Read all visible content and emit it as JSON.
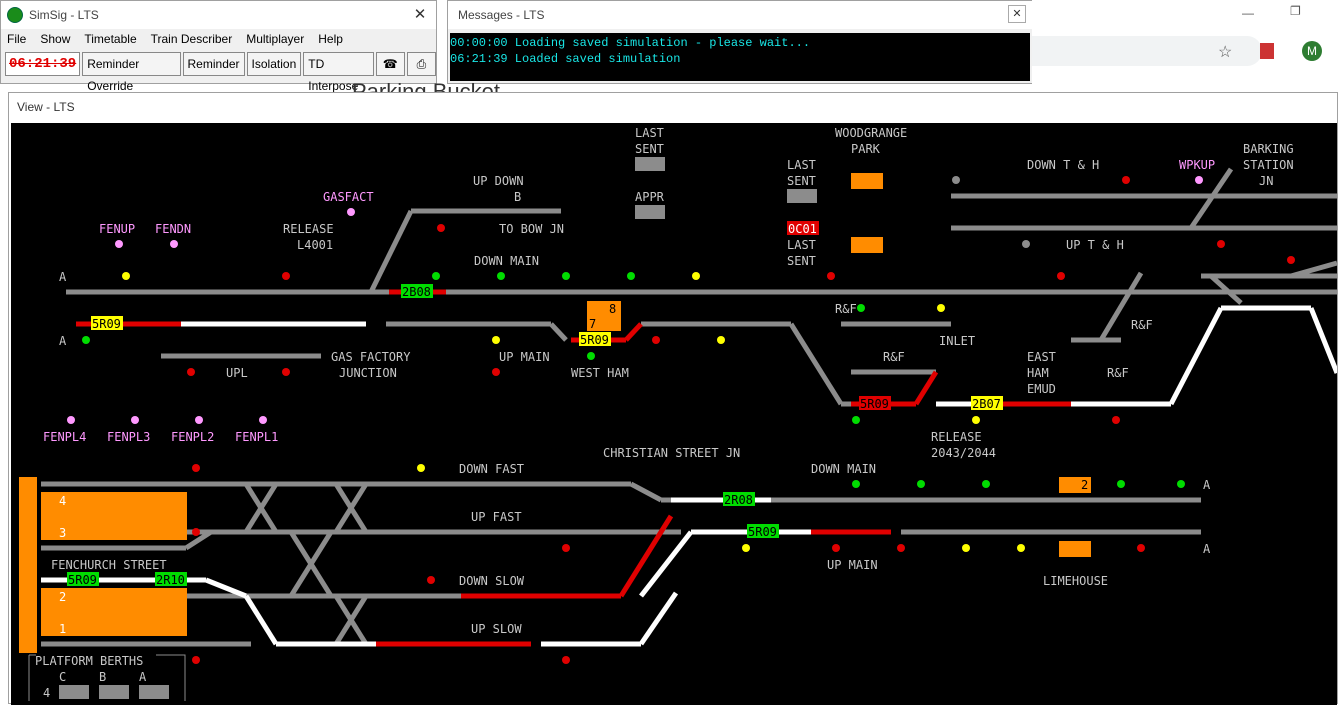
{
  "simsig": {
    "title": "SimSig - LTS",
    "menu": [
      "File",
      "Show",
      "Timetable",
      "Train Describer",
      "Multiplayer",
      "Help"
    ],
    "clock": "06:21:39",
    "buttons": [
      "Reminder Override",
      "Reminder",
      "Isolation",
      "TD Interpose"
    ]
  },
  "messages": {
    "title": "Messages - LTS",
    "lines": [
      "00:00:00 Loading saved simulation - please wait...",
      "06:21:39 Loaded saved simulation"
    ]
  },
  "browser": {
    "profile_initial": "M",
    "behind_text": "Parking Bucket"
  },
  "view": {
    "title": "View - LTS",
    "labels": {
      "last_sent_top": [
        "LAST",
        "SENT"
      ],
      "appr": "APPR",
      "up_down": "UP DOWN",
      "b": "B",
      "to_bow_jn": "TO BOW JN",
      "down_main": "DOWN MAIN",
      "gasfact": "GASFACT",
      "fenup": "FENUP",
      "fendn": "FENDN",
      "release": "RELEASE",
      "release_id": "L4001",
      "woodgrange": [
        "WOODGRANGE",
        "PARK"
      ],
      "down_t_h": "DOWN T & H",
      "up_t_h": "UP T & H",
      "wpkup": "WPKUP",
      "barking": [
        "BARKING",
        "STATION",
        "JN"
      ],
      "up_main": "UP MAIN",
      "west_ham": "WEST HAM",
      "upl": "UPL",
      "gas_factory": [
        "GAS FACTORY",
        "JUNCTION"
      ],
      "inlet": "INLET",
      "east_ham": [
        "EAST",
        "HAM",
        "EMUD"
      ],
      "rf": "R&F",
      "a": "A",
      "release2": "RELEASE",
      "release2_id": "2043/2044",
      "fenpl": [
        "FENPL4",
        "FENPL3",
        "FENPL2",
        "FENPL1"
      ],
      "christian_street": "CHRISTIAN STREET JN",
      "down_fast": "DOWN FAST",
      "up_fast": "UP FAST",
      "down_slow": "DOWN SLOW",
      "up_slow": "UP SLOW",
      "down_main2": "DOWN MAIN",
      "up_main2": "UP MAIN",
      "limehouse": "LIMEHOUSE",
      "fenchurch": "FENCHURCH STREET",
      "platform_berths": "PLATFORM BERTHS",
      "berth_cols": [
        "C",
        "B",
        "A"
      ],
      "berth_row": "4",
      "platforms": [
        "4",
        "3",
        "2",
        "1"
      ]
    },
    "berths": {
      "b1": "5R09",
      "b2": "2B08",
      "b3": "5R09",
      "b4": "0C01",
      "b5": "5R09",
      "b6": "2B07",
      "b7": "5R09",
      "b8": "2R10",
      "b9": "2R08",
      "b10": "5R09",
      "p8": "8",
      "p7": "7",
      "p2": "2"
    },
    "colors": {
      "track": "#8c8c8c",
      "route_white": "#ffffff",
      "occupied": "#e00000",
      "berth_green": "#00dd00",
      "berth_yellow": "#ffff00",
      "platform_orange": "#ff8c00",
      "label_pink": "#ff99ff"
    }
  }
}
